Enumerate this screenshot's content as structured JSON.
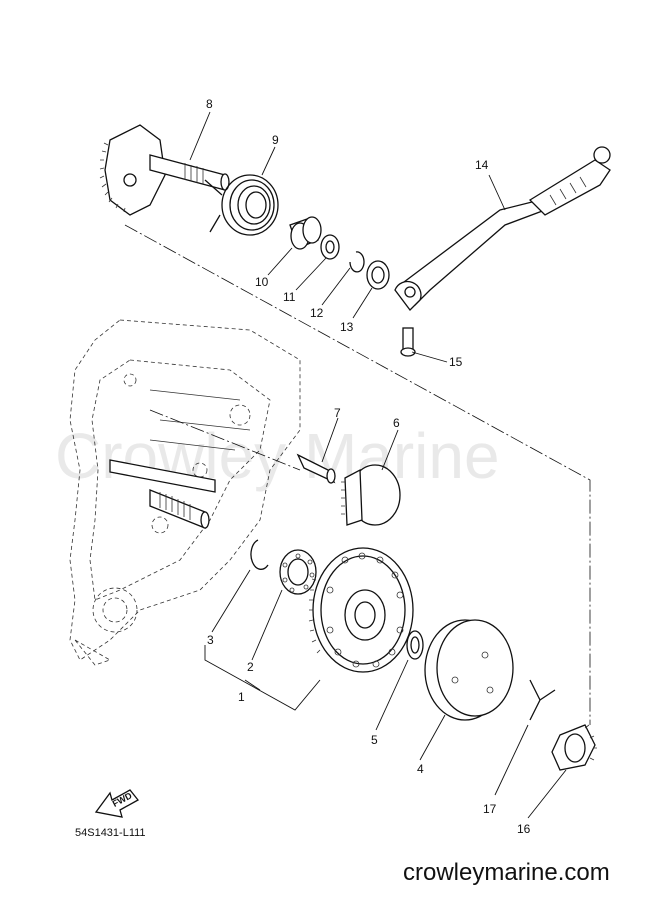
{
  "watermark": "Crowley Marine",
  "footer_url": "crowleymarine.com",
  "diagram_code": "54S1431-L111",
  "fwd_label": "FWD",
  "callouts": [
    {
      "id": "1",
      "label": "1"
    },
    {
      "id": "2",
      "label": "2"
    },
    {
      "id": "3",
      "label": "3"
    },
    {
      "id": "4",
      "label": "4"
    },
    {
      "id": "5",
      "label": "5"
    },
    {
      "id": "6",
      "label": "6"
    },
    {
      "id": "7",
      "label": "7"
    },
    {
      "id": "8",
      "label": "8"
    },
    {
      "id": "9",
      "label": "9"
    },
    {
      "id": "10",
      "label": "10"
    },
    {
      "id": "11",
      "label": "11"
    },
    {
      "id": "12",
      "label": "12"
    },
    {
      "id": "13",
      "label": "13"
    },
    {
      "id": "14",
      "label": "14"
    },
    {
      "id": "15",
      "label": "15"
    },
    {
      "id": "16",
      "label": "16"
    },
    {
      "id": "17",
      "label": "17"
    }
  ]
}
